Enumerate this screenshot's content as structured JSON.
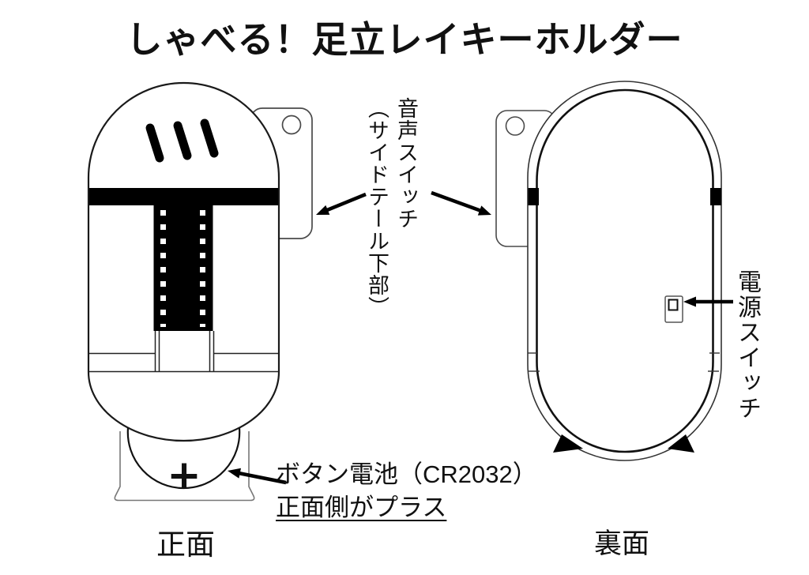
{
  "title": "しゃべる！足立レイキーホルダー",
  "annotations": {
    "voice_switch_line1": "音声スイッチ",
    "voice_switch_line2": "（サイドテール下部）",
    "power_switch": "電源スイッチ",
    "battery_line1": "ボタン電池（CR2032）",
    "battery_line2": "正面側がプラス",
    "battery_polarity": "+"
  },
  "captions": {
    "front": "正面",
    "back": "裏面"
  },
  "colors": {
    "ink": "#111111",
    "paper": "#ffffff",
    "tab_outline": "#4a4a4a",
    "bracket_outline": "#777777"
  }
}
